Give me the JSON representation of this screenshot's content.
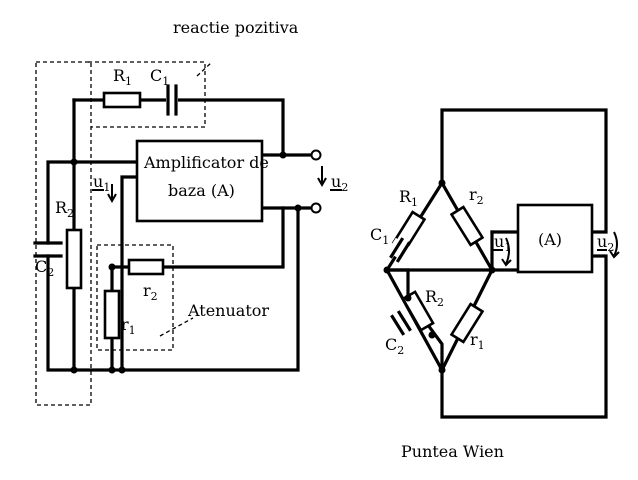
{
  "left_circuit": {
    "feedback_label": "reactie pozitiva",
    "attenuator_label": "Atenuator",
    "amplifier_line1": "Amplificator de",
    "amplifier_line2": "baza (A)",
    "labels": {
      "R1": {
        "main": "R",
        "sub": "1"
      },
      "C1": {
        "main": "C",
        "sub": "1"
      },
      "R2": {
        "main": "R",
        "sub": "2"
      },
      "C2": {
        "main": "C",
        "sub": "2"
      },
      "r1": {
        "main": "r",
        "sub": "1"
      },
      "r2": {
        "main": "r",
        "sub": "2"
      },
      "u1": {
        "main": "u",
        "sub": "1"
      },
      "u2": {
        "main": "u",
        "sub": "2"
      }
    }
  },
  "right_circuit": {
    "title": "Puntea Wien",
    "amplifier_label": "(A)",
    "labels": {
      "R1": {
        "main": "R",
        "sub": "1"
      },
      "C1": {
        "main": "C",
        "sub": "1"
      },
      "R2": {
        "main": "R",
        "sub": "2"
      },
      "C2": {
        "main": "C",
        "sub": "2"
      },
      "r1": {
        "main": "r",
        "sub": "1"
      },
      "r2": {
        "main": "r",
        "sub": "2"
      },
      "u1": {
        "main": "u",
        "sub": "1"
      },
      "u2": {
        "main": "u",
        "sub": "2"
      }
    }
  }
}
